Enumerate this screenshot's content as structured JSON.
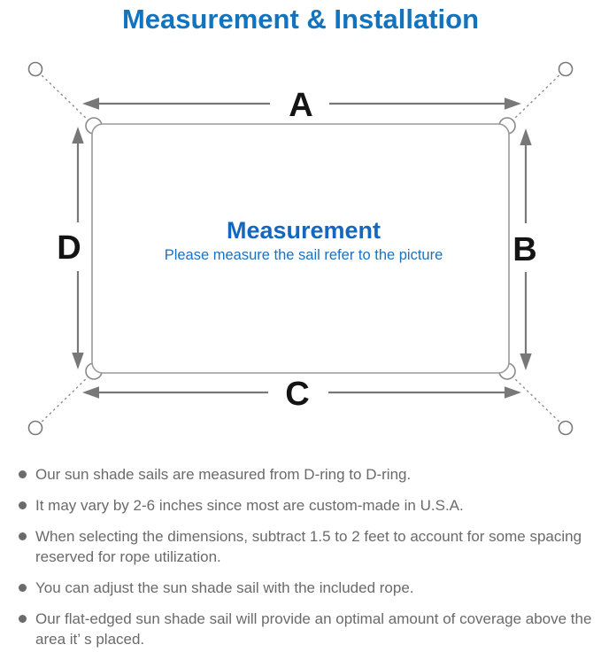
{
  "title": "Measurement & Installation",
  "diagram": {
    "center_title": "Measurement",
    "center_subtitle": "Please measure the sail refer to the picture",
    "labels": {
      "top": "A",
      "right": "B",
      "bottom": "C",
      "left": "D"
    },
    "colors": {
      "heading_blue": "#1273be",
      "center_text_blue": "#1467bd",
      "sail_outline_gray": "#9a9a9a",
      "arrow_gray": "#787878",
      "label_black": "#141414",
      "note_text_gray": "#6a6a6a"
    }
  },
  "notes": {
    "items": [
      "Our sun shade sails are measured from D-ring to D-ring.",
      "It may vary by 2-6 inches since most are custom-made in U.S.A.",
      "When selecting the dimensions, subtract 1.5 to 2 feet to account for some spacing reserved for rope utilization.",
      "You can adjust the sun shade sail with the included rope.",
      "Our flat-edged sun shade sail will provide an optimal amount of coverage above the area it’ s placed."
    ]
  }
}
